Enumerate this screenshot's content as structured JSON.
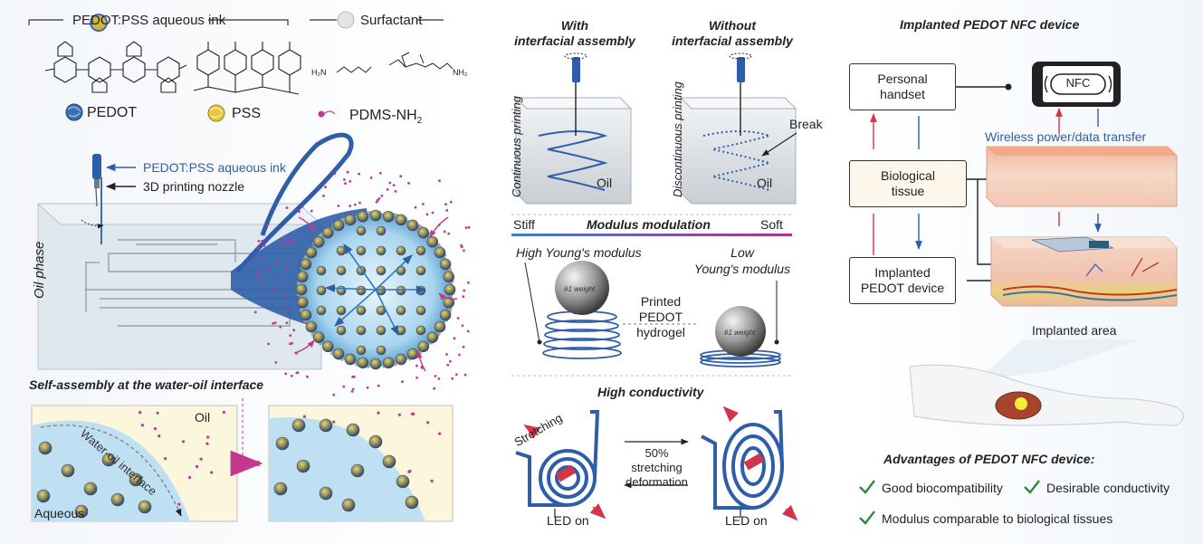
{
  "legend": {
    "ink_title": "PEDOT:PSS aqueous ink",
    "surfactant_title": "Surfactant",
    "pedot": "PEDOT",
    "pss": "PSS",
    "pdms": "PDMS-NH",
    "pdms_sub": "2",
    "amine_left": "H₂N",
    "amine_right": "NH₂"
  },
  "printing": {
    "ink_label": "PEDOT:PSS aqueous ink",
    "nozzle_label": "3D printing nozzle",
    "oil_phase": "Oil phase",
    "self_assembly": "Self-assembly at the water-oil interface",
    "oil": "Oil",
    "aqueous": "Aqueous",
    "interface": "Water-oil interface"
  },
  "comparison": {
    "with_title": [
      "With",
      "interfacial assembly"
    ],
    "without_title": [
      "Without",
      "interfacial assembly"
    ],
    "continuous": "Continuous printing",
    "discontinuous": "Discontinuous printing",
    "oil": "Oil",
    "break": "Break"
  },
  "modulus": {
    "title": "Modulus modulation",
    "stiff": "Stiff",
    "soft": "Soft",
    "high": "High Young's modulus",
    "low": [
      "Low",
      "Young's modulus"
    ],
    "printed": [
      "Printed",
      "PEDOT",
      "hydrogel"
    ],
    "weight": "#1 weight"
  },
  "conductivity": {
    "title": "High conductivity",
    "stretching": "Stretching",
    "deformation": [
      "50%",
      "stretching",
      "deformation"
    ],
    "led_on": "LED on"
  },
  "nfc": {
    "title": "Implanted PEDOT NFC device",
    "handset": [
      "Personal",
      "handset"
    ],
    "tissue": [
      "Biological",
      "tissue"
    ],
    "implanted": [
      "Implanted",
      "PEDOT device"
    ],
    "nfc_label": "NFC",
    "wireless": "Wireless power/data transfer",
    "implanted_area": "Implanted area"
  },
  "advantages": {
    "title": "Advantages of PEDOT NFC device:",
    "items": [
      "Good biocompatibility",
      "Desirable conductivity",
      "Modulus comparable to biological tissues"
    ]
  },
  "colors": {
    "pedot_blue": "#2f5ea8",
    "pss_yellow": "#e3c23b",
    "magenta": "#c2388f",
    "arrow_red": "#d2344a",
    "check_green": "#2e8b3a",
    "water_blue": "#bfe0f3",
    "oil_yellow": "#fbf6dc"
  },
  "icons": [
    "check-icon",
    "led-icon",
    "arrow-icon",
    "nfc-phone-icon",
    "weight-ball-icon",
    "nozzle-icon",
    "arm-icon"
  ]
}
